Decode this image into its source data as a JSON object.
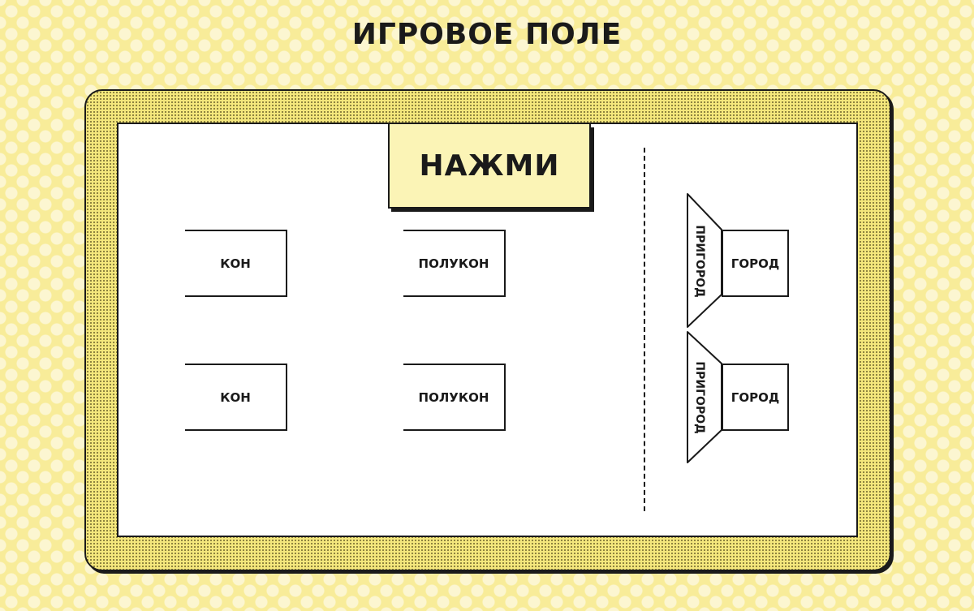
{
  "title": "ИГРОВОЕ ПОЛЕ",
  "button": {
    "label": "НАЖМИ"
  },
  "zones": {
    "kon_top": "КОН",
    "kon_bottom": "КОН",
    "polukon_top": "ПОЛУКОН",
    "polukon_bottom": "ПОЛУКОН",
    "prigorod_top": "ПРИГОРОД",
    "prigorod_bottom": "ПРИГОРОД",
    "gorod_top": "ГОРОД",
    "gorod_bottom": "ГОРОД"
  },
  "colors": {
    "background": "#f8ec99",
    "frame": "#f4e77c",
    "button": "#fbf4b6",
    "field": "#ffffff",
    "ink": "#1a1a1a"
  }
}
